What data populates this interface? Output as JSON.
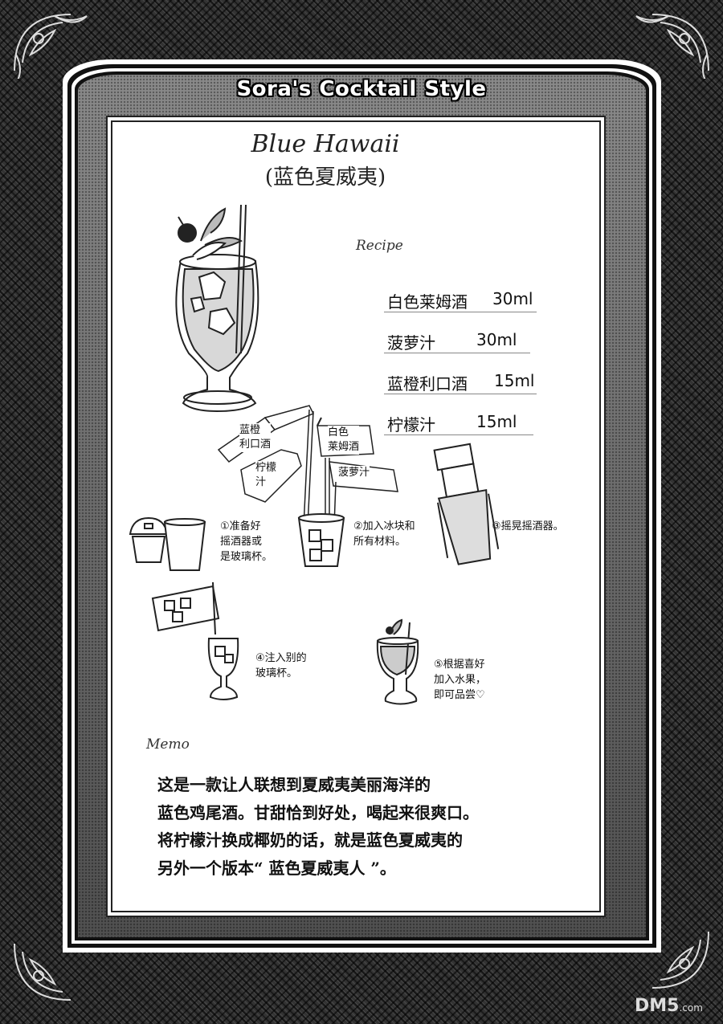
{
  "header": {
    "title": "Sora's Cocktail Style"
  },
  "cocktail": {
    "name_en": "Blue Hawaii",
    "name_cn": "(蓝色夏威夷)"
  },
  "recipe": {
    "label": "Recipe",
    "ingredients": [
      {
        "name": "白色莱姆酒",
        "qty": "30ml"
      },
      {
        "name": "菠萝汁",
        "qty": "30ml"
      },
      {
        "name": "蓝橙利口酒",
        "qty": "15ml"
      },
      {
        "name": "柠檬汁",
        "qty": "15ml"
      }
    ]
  },
  "bottle_labels": {
    "blue_curacao": [
      "蓝橙",
      "利口酒"
    ],
    "lemon": [
      "柠檬",
      "汁"
    ],
    "rum": [
      "白色",
      "莱姆酒"
    ],
    "pineapple": "菠萝汁"
  },
  "steps": [
    {
      "lines": [
        "①准备好",
        "摇酒器或",
        "是玻璃杯。"
      ]
    },
    {
      "lines": [
        "②加入冰块和",
        "所有材料。"
      ]
    },
    {
      "lines": [
        "③摇晃摇酒器。"
      ]
    },
    {
      "lines": [
        "④注入别的",
        "玻璃杯。"
      ]
    },
    {
      "lines": [
        "⑤根据喜好",
        "加入水果，",
        "即可品尝♡"
      ]
    }
  ],
  "memo": {
    "label": "Memo",
    "lines": [
      "这是一款让人联想到夏威夷美丽海洋的",
      "蓝色鸡尾酒。甘甜恰到好处，喝起来很爽口。",
      "将柠檬汁换成椰奶的话，就是蓝色夏威夷的",
      "另外一个版本“ 蓝色夏威夷人 ”。"
    ]
  },
  "watermark": {
    "logo": "DM5",
    "domain": ".com"
  }
}
